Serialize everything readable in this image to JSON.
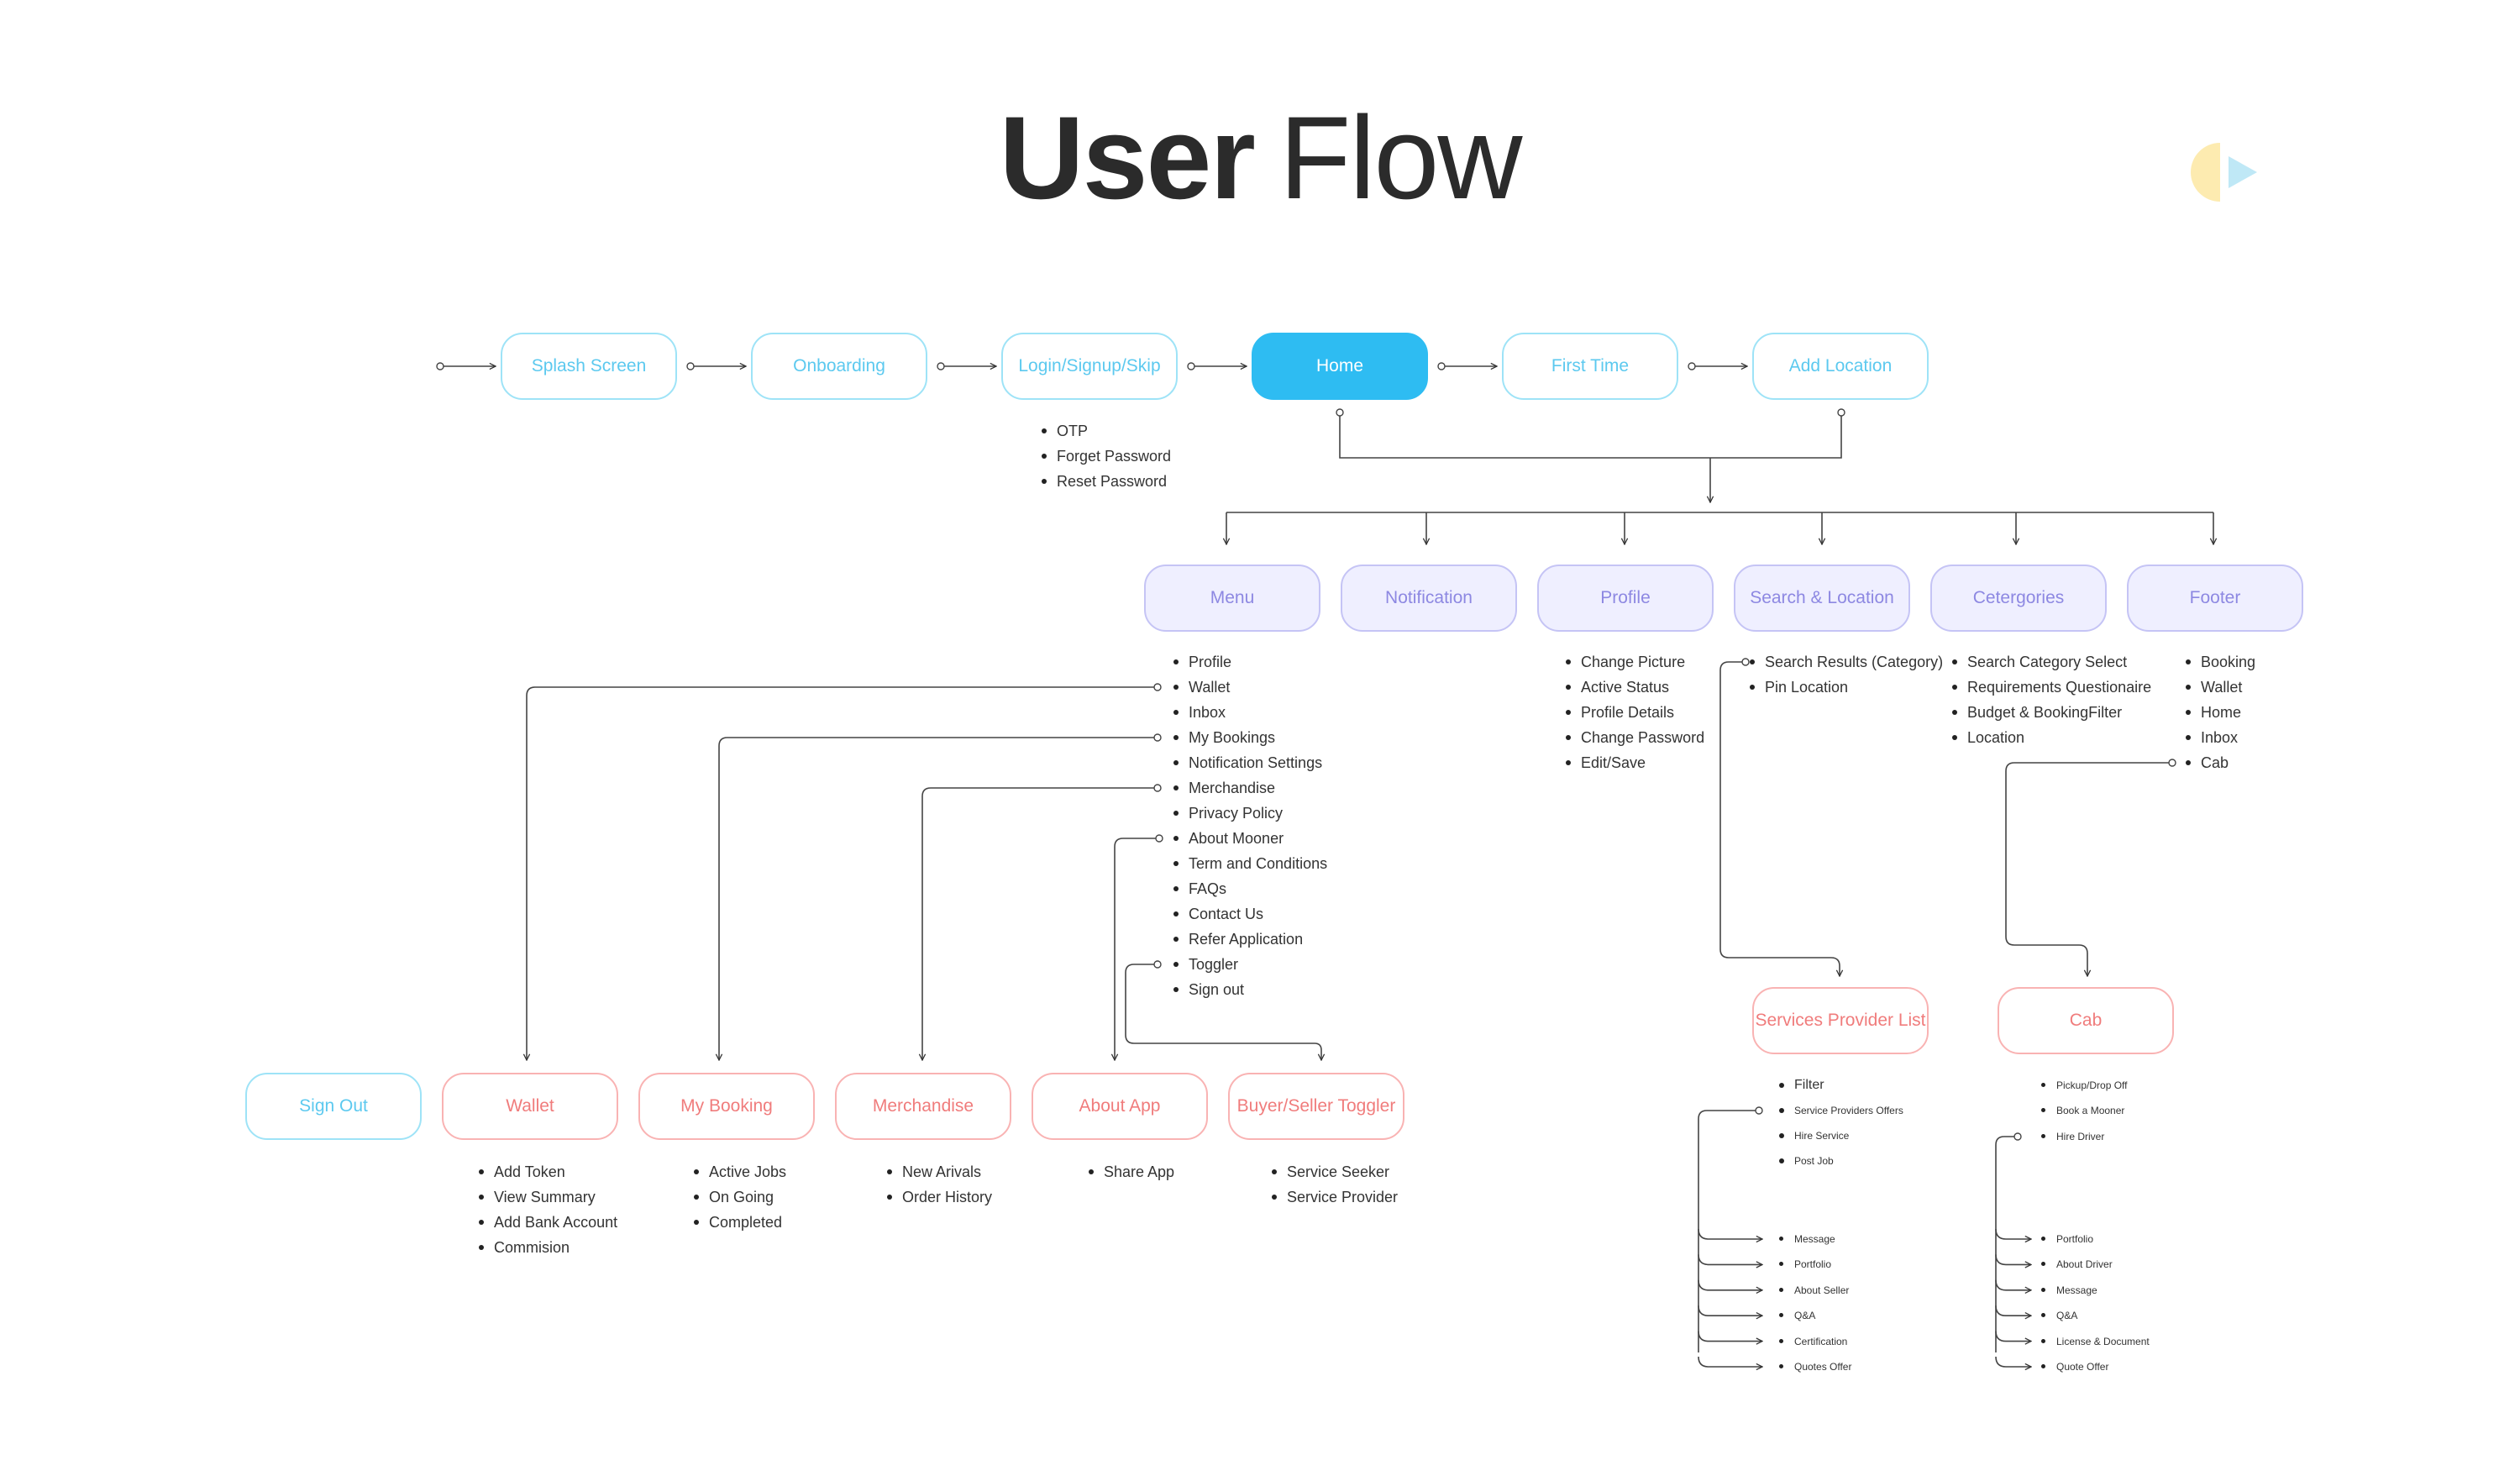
{
  "title": {
    "bold": "User",
    "light": "Flow"
  },
  "colors": {
    "accent_yellow": "#ffe033",
    "active_blue": "#2ebcf2",
    "purple": "#8d88e2",
    "red": "#f07c7c"
  },
  "nodes": {
    "splash": "Splash Screen",
    "onboarding": "Onboarding",
    "login": "Login/Signup/Skip",
    "home": "Home",
    "first_time": "First Time",
    "add_location": "Add Location",
    "menu": "Menu",
    "notification": "Notification",
    "profile": "Profile",
    "search_location": "Search & Location",
    "categories": "Cetergories",
    "footer": "Footer",
    "services_provider_list": "Services Provider List",
    "cab": "Cab",
    "sign_out": "Sign Out",
    "wallet": "Wallet",
    "my_booking": "My Booking",
    "merchandise": "Merchandise",
    "about_app": "About App",
    "buyer_seller_toggler": "Buyer/Seller Toggler"
  },
  "lists": {
    "login": [
      "OTP",
      "Forget Password",
      "Reset Password"
    ],
    "menu": [
      "Profile",
      "Wallet",
      "Inbox",
      "My Bookings",
      "Notification Settings",
      "Merchandise",
      "Privacy Policy",
      "About Mooner",
      "Term and Conditions",
      "FAQs",
      "Contact Us",
      "Refer Application",
      "Toggler",
      "Sign out"
    ],
    "profile": [
      "Change Picture",
      "Active Status",
      "Profile Details",
      "Change Password",
      "Edit/Save"
    ],
    "search_location": [
      "Search Results (Category)",
      "Pin Location"
    ],
    "categories": [
      "Search Category Select",
      "Requirements Questionaire",
      "Budget & BookingFilter",
      "Location"
    ],
    "footer": [
      "Booking",
      "Wallet",
      "Home",
      "Inbox",
      "Cab"
    ],
    "wallet": [
      "Add Token",
      "View Summary",
      "Add Bank Account",
      "Commision"
    ],
    "my_booking": [
      "Active Jobs",
      "On Going",
      "Completed"
    ],
    "merchandise": [
      "New Arivals",
      "Order History"
    ],
    "about_app": [
      "Share App"
    ],
    "buyer_seller_toggler": [
      "Service Seeker",
      "Service Provider"
    ],
    "services_provider_top": [
      "Filter",
      "Service Providers Offers",
      "Hire Service",
      "Post Job"
    ],
    "services_provider_sub": [
      "Message",
      "Portfolio",
      "About Seller",
      "Q&A",
      "Certification",
      "Quotes Offer"
    ],
    "cab_top": [
      "Pickup/Drop Off",
      "Book a Mooner",
      "Hire Driver"
    ],
    "cab_sub": [
      "Portfolio",
      "About Driver",
      "Message",
      "Q&A",
      "License & Document",
      "Quote Offer"
    ]
  }
}
